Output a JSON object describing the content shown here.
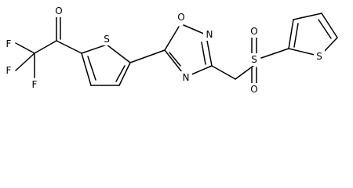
{
  "molecule": {
    "atoms": {
      "o_carbonyl": "O",
      "f1": "F",
      "f2": "F",
      "f3": "F",
      "s_thiophene1": "S",
      "o_oxadiazole": "O",
      "n_oxadiazole2": "N",
      "n_oxadiazole4": "N",
      "s_sulfonyl": "S",
      "o_sulfonyl_top": "O",
      "o_sulfonyl_bottom": "O",
      "s_thiophene2": "S"
    }
  }
}
